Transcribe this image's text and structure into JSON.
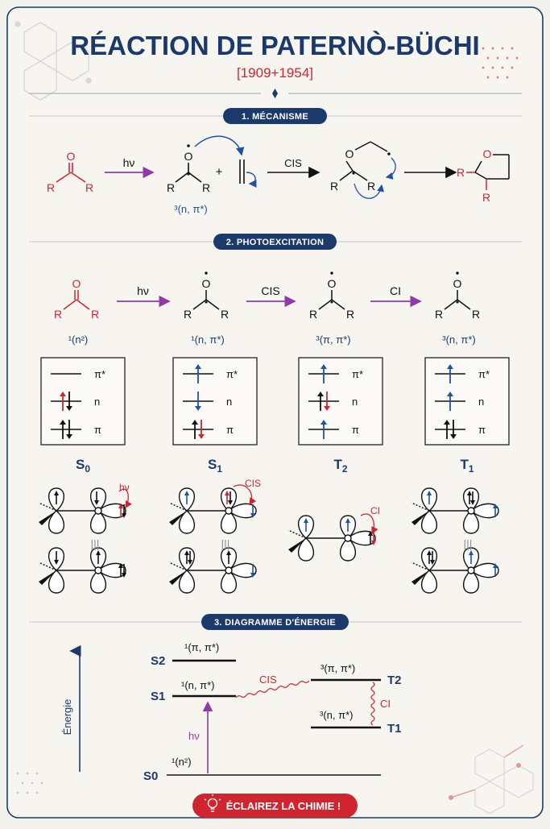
{
  "header": {
    "title": "RÉACTION DE PATERNÒ-BÜCHI",
    "years": "[1909+1954]"
  },
  "sections": {
    "mechanism": "1. MÉCANISME",
    "photoexcitation": "2. PHOTOEXCITATION",
    "energy": "3. DIAGRAMME D'ÉNERGIE"
  },
  "mechanism": {
    "hv": "hν",
    "plus": "+",
    "cis": "CIS",
    "state": "³(n, π*)",
    "O": "O",
    "R": "R"
  },
  "photo": {
    "arrows": [
      "hν",
      "CIS",
      "CI"
    ],
    "states": [
      "¹(n²)",
      "¹(n, π*)",
      "³(π, π*)",
      "³(n, π*)"
    ],
    "orbital_labels": [
      "π*",
      "n",
      "π"
    ],
    "boxes": [
      "S0",
      "S1",
      "T2",
      "T1"
    ],
    "lobe_labels": [
      "hν",
      "CIS",
      "CI"
    ],
    "equiv": "|||"
  },
  "energy": {
    "axis_label": "Énergie",
    "levels": [
      {
        "name": "S2",
        "term": "¹(π, π*)"
      },
      {
        "name": "S1",
        "term": "¹(n, π*)"
      },
      {
        "name": "S0",
        "term": "¹(n²)"
      },
      {
        "name": "T2",
        "term": "³(π, π*)"
      },
      {
        "name": "T1",
        "term": "³(n, π*)"
      }
    ],
    "hv": "hν",
    "cis": "CIS",
    "ci": "CI"
  },
  "footer": {
    "button": "ÉCLAIREZ LA CHIMIE !"
  },
  "colors": {
    "navy": "#1b3a6b",
    "red": "#d0252f",
    "purple": "#8e3aa8",
    "blue": "#1d52a6"
  }
}
